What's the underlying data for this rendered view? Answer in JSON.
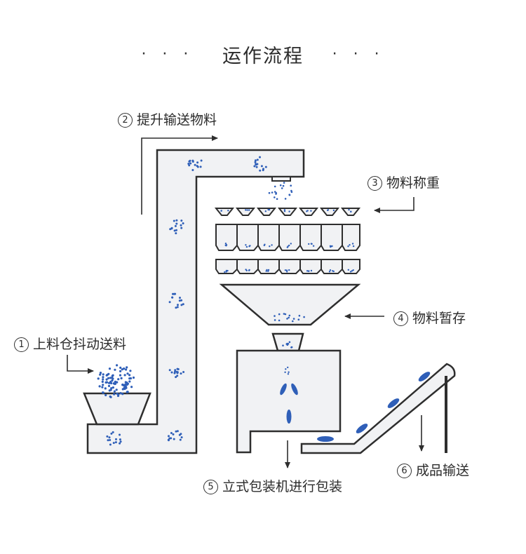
{
  "title": {
    "left_dots": "· · ·",
    "text": "运作流程",
    "right_dots": "· · ·"
  },
  "steps": [
    {
      "num": "1",
      "text": "上料仓抖动送料"
    },
    {
      "num": "2",
      "text": "提升输送物料"
    },
    {
      "num": "3",
      "text": "物料称重"
    },
    {
      "num": "4",
      "text": "物料暂存"
    },
    {
      "num": "5",
      "text": "立式包装机进行包装"
    },
    {
      "num": "6",
      "text": "成品输送"
    }
  ],
  "colors": {
    "stroke": "#2e2e2e",
    "fill": "#f1f2f4",
    "particle": "#2f5fb8"
  }
}
